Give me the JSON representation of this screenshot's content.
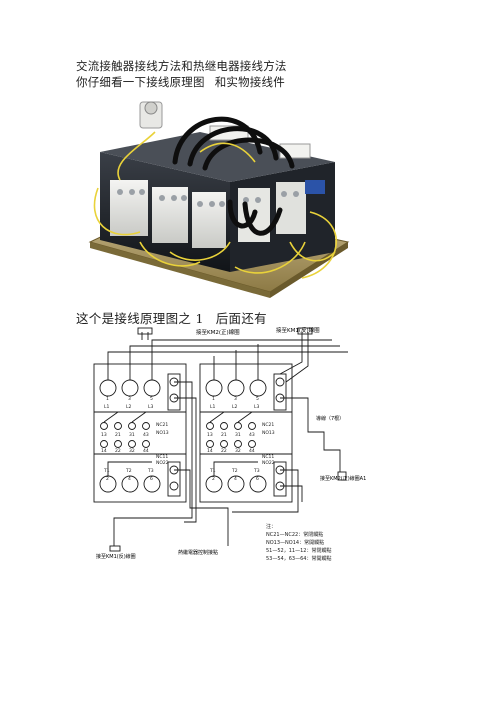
{
  "doc": {
    "title_line": "交流接触器接线方法和热继电器接线方法",
    "subtitle_a": "你仔细看一下接线原理图",
    "subtitle_b": "和实物接线件",
    "caption_a": "这个是接线原理图之 1",
    "caption_b": "后面还有"
  },
  "diagram": {
    "top_label_left": "接至KM2(正)線圈",
    "top_label_right": "接至KM1(反)線圈",
    "right_label_1": "導線（7根）",
    "right_label_2": "接至KM2(正)線圈A1",
    "bottom_label_left": "接至KM1(反)線圈",
    "bottom_label_mid": "熱繼電器控制接點",
    "terminal_top": [
      "1",
      "3",
      "5"
    ],
    "terminal_top_sub": [
      "L1",
      "L2",
      "L3"
    ],
    "aux_row": [
      "13",
      "21",
      "31",
      "43"
    ],
    "aux_row2": [
      "14",
      "22",
      "32",
      "44"
    ],
    "side_labels_a": [
      "NC21",
      "NO13"
    ],
    "side_labels_b": [
      "NC11",
      "NO22"
    ],
    "terminal_bot_top": [
      "T1",
      "T2",
      "T3"
    ],
    "terminal_bot": [
      "2",
      "4",
      "6"
    ],
    "notes": [
      "注：",
      "NC21—NC22：常閉觸點",
      "NO13—NO14：常開觸點",
      "51—52，11—12：常閉觸點",
      "53—54，63—64：常開觸點"
    ]
  },
  "colors": {
    "wire": "#1a1a1a",
    "frame": "#555555",
    "photo_bg": "#ffffff"
  }
}
